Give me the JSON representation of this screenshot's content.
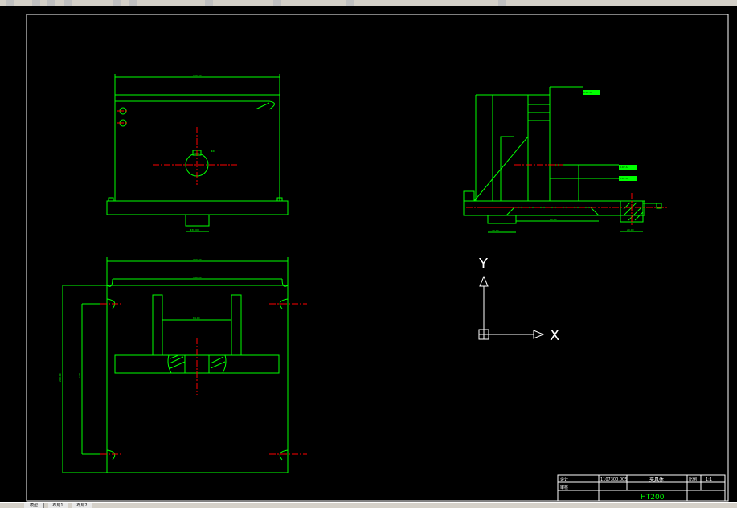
{
  "drawing": {
    "coordinate_axes": {
      "x_label": "X",
      "y_label": "Y"
    },
    "title_block": {
      "part_number": "1107300.005",
      "part_name": "夹具体",
      "material": "HT200",
      "ratio_label": "比例",
      "ratio_value": "1:1",
      "row_label_1": "设计",
      "row_label_2": "审核"
    },
    "colors": {
      "background": "#000000",
      "outline": "#00ff00",
      "center_line": "#ff0000",
      "axis": "#ffffff",
      "border": "#ffffff"
    }
  },
  "toolbar": {
    "icons": [
      "new-file-icon",
      "open-icon",
      "save-icon",
      "print-icon",
      "undo-icon",
      "redo-icon",
      "zoom-icon",
      "pan-icon",
      "layer-icon",
      "properties-icon"
    ]
  },
  "statusbar": {
    "tabs": [
      "模型",
      "布局1",
      "布局2"
    ]
  }
}
